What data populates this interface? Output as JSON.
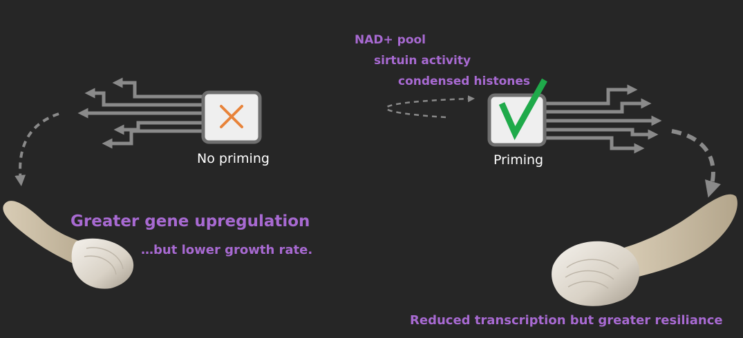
{
  "colors": {
    "background": "#262626",
    "accent_purple": "#a86ad2",
    "arrow_gray": "#8a8a8a",
    "cross_orange": "#e8833a",
    "check_green": "#1faa4a"
  },
  "icons": {
    "no_priming_box": "x-mark-icon",
    "priming_box": "check-mark-icon",
    "organism": "razor-clam-icon"
  },
  "no_priming": {
    "label": "No priming",
    "headline": "Greater gene upregulation",
    "subline": "…but lower growth rate."
  },
  "priming": {
    "label": "Priming",
    "factors": [
      "NAD+ pool",
      "sirtuin activity",
      "condensed histones"
    ],
    "caption": "Reduced transcription but greater resiliance"
  }
}
